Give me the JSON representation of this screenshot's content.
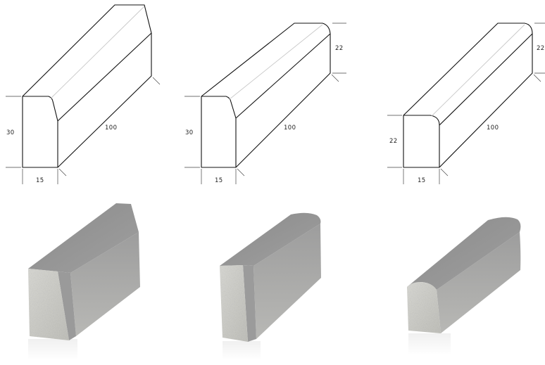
{
  "drawings": [
    {
      "profile": "chamfered-curb",
      "dimensions": {
        "height": "30",
        "width": "15",
        "length": "100"
      }
    },
    {
      "profile": "rounded-chamfered-curb",
      "dimensions": {
        "height": "30",
        "width": "15",
        "length": "100",
        "rear_height": "22"
      }
    },
    {
      "profile": "rounded-curb",
      "dimensions": {
        "height": "22",
        "width": "15",
        "length": "100",
        "rear_height": "22"
      }
    }
  ],
  "photos": [
    {
      "subject": "concrete-chamfered-curb"
    },
    {
      "subject": "concrete-rounded-chamfered-curb"
    },
    {
      "subject": "concrete-rounded-curb"
    }
  ],
  "colors": {
    "line": "#111111",
    "concrete_top": "#8f8f8f",
    "concrete_side": "#a5a5a5",
    "concrete_front": "#cfcfca"
  }
}
